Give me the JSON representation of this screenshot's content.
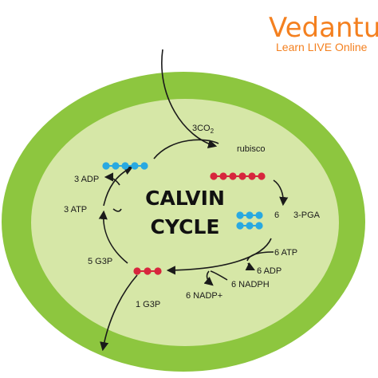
{
  "brand": {
    "name": "Vedantu",
    "tagline": "Learn LIVE Online",
    "color": "#f4801f"
  },
  "colors": {
    "outer_cell": "#8dc63f",
    "inner_stroma": "#d6e7a7",
    "blue_molecule": "#29a9e1",
    "red_molecule": "#d7263d",
    "arrow": "#1a1a1a"
  },
  "diagram": {
    "title_line1": "CALVIN",
    "title_line2": "CYCLE",
    "labels": {
      "co2_prefix": "3CO",
      "co2_sub": "2",
      "rubisco": "rubisco",
      "six": "6",
      "pga": "3-PGA",
      "atp6": "6 ATP",
      "adp6": "6 ADP",
      "nadph6": "6 NADPH",
      "nadp6": "6 NADP+",
      "g3p5": "5 G3P",
      "g3p1": "1 G3P",
      "atp3": "3 ATP",
      "adp3": "3 ADP"
    },
    "molecules": [
      {
        "name": "rubp-molecule",
        "color": "blue",
        "rows": [
          5
        ]
      },
      {
        "name": "intermediate-molecule",
        "color": "red",
        "rows": [
          6
        ]
      },
      {
        "name": "pga-molecules",
        "color": "blue",
        "rows": [
          3,
          3
        ]
      },
      {
        "name": "g3p-molecule",
        "color": "red",
        "rows": [
          3
        ]
      }
    ]
  }
}
